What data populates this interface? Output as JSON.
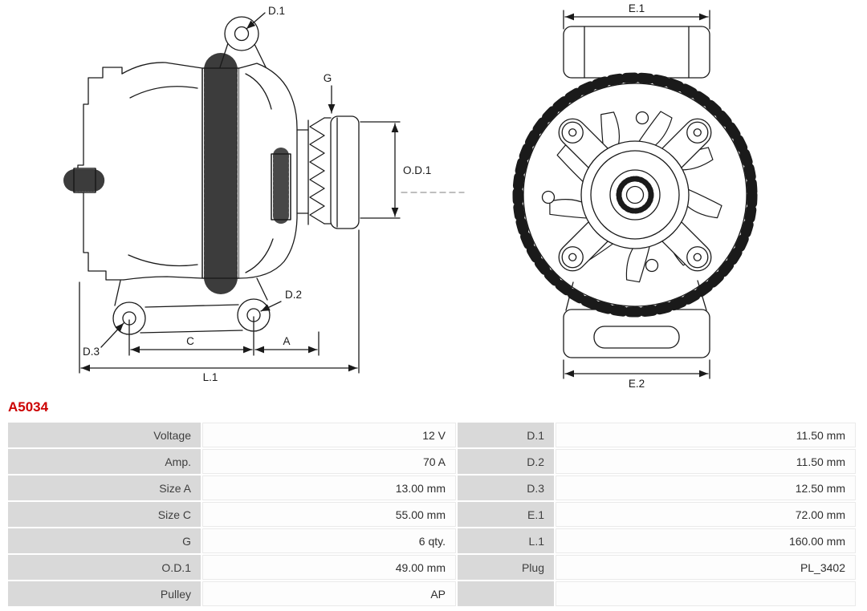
{
  "part": {
    "number": "A5034",
    "number_color": "#cc0000"
  },
  "drawing": {
    "stroke_color": "#1a1a1a",
    "labels": {
      "d1": "D.1",
      "g": "G",
      "od1": "O.D.1",
      "d2": "D.2",
      "d3": "D.3",
      "c": "C",
      "a": "A",
      "l1": "L.1",
      "e1": "E.1",
      "e2": "E.2"
    }
  },
  "specs": {
    "label_bg": "#d9d9d9",
    "rows": [
      {
        "label1": "Voltage",
        "value1": "12 V",
        "label2": "D.1",
        "value2": "11.50 mm"
      },
      {
        "label1": "Amp.",
        "value1": "70 A",
        "label2": "D.2",
        "value2": "11.50 mm"
      },
      {
        "label1": "Size A",
        "value1": "13.00 mm",
        "label2": "D.3",
        "value2": "12.50 mm"
      },
      {
        "label1": "Size C",
        "value1": "55.00 mm",
        "label2": "E.1",
        "value2": "72.00 mm"
      },
      {
        "label1": "G",
        "value1": "6 qty.",
        "label2": "L.1",
        "value2": "160.00 mm"
      },
      {
        "label1": "O.D.1",
        "value1": "49.00 mm",
        "label2": "Plug",
        "value2": "PL_3402"
      },
      {
        "label1": "Pulley",
        "value1": "AP",
        "label2": "",
        "value2": ""
      }
    ]
  }
}
